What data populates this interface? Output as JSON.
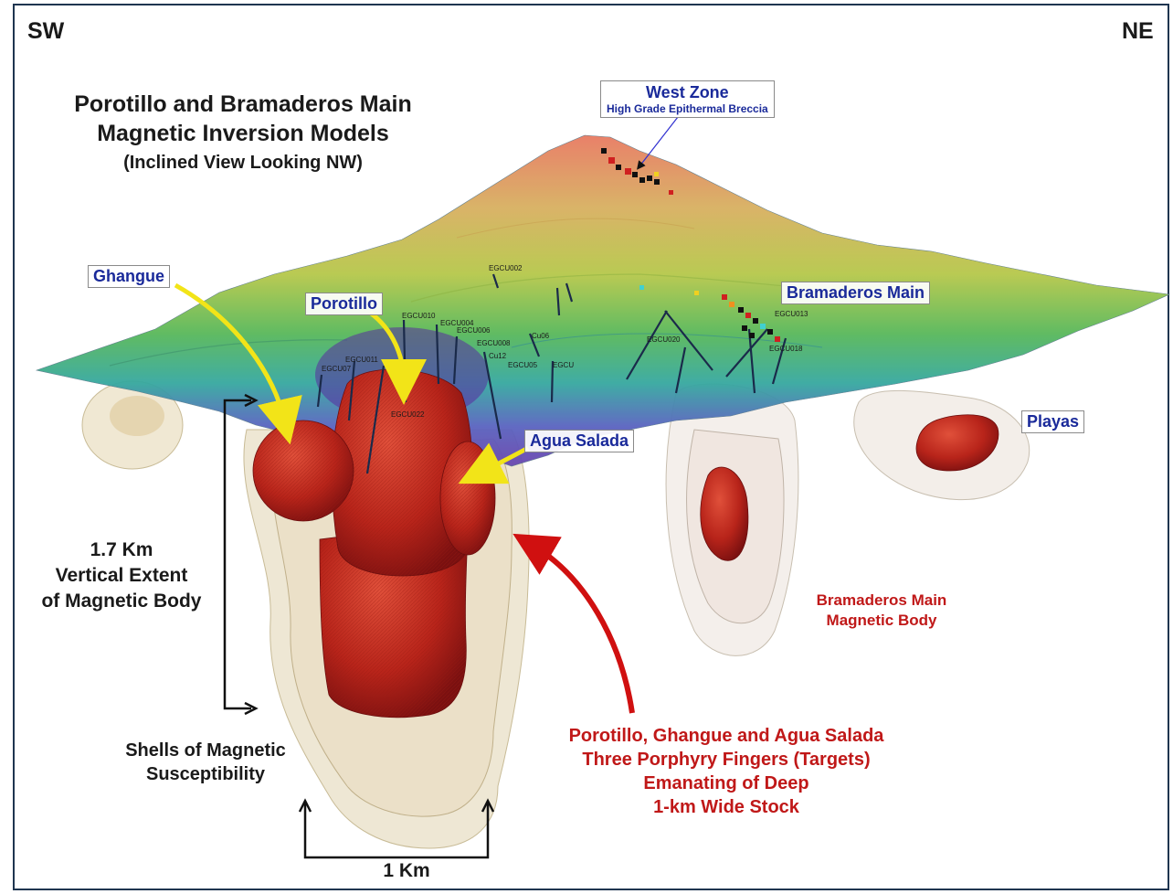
{
  "orientation": {
    "left": "SW",
    "right": "NE"
  },
  "title": {
    "line1": "Porotillo and Bramaderos Main",
    "line2": "Magnetic Inversion Models",
    "line3": "(Inclined View Looking NW)"
  },
  "west_zone": {
    "name": "West Zone",
    "desc": "High Grade Epithermal Breccia"
  },
  "targets": {
    "ghangue": "Ghangue",
    "porotillo": "Porotillo",
    "agua_salada": "Agua Salada",
    "bramaderos_main": "Bramaderos Main",
    "playas": "Playas"
  },
  "vertical_extent": {
    "line1": "1.7 Km",
    "line2": "Vertical Extent",
    "line3": "of Magnetic Body"
  },
  "shells": {
    "line1": "Shells of Magnetic",
    "line2": "Susceptibility"
  },
  "scale": {
    "label": "1 Km"
  },
  "bramaderos_body": {
    "line1": "Bramaderos Main",
    "line2": "Magnetic Body"
  },
  "porphyry_note": {
    "line1": "Porotillo, Ghangue and Agua Salada",
    "line2": "Three Porphyry Fingers (Targets)",
    "line3": "Emanating of Deep",
    "line4": "1-km Wide Stock"
  },
  "drillholes": [
    "EGCU002",
    "EGCU010",
    "EGCU004",
    "EGCU006",
    "EGCU008",
    "Cu12",
    "Cu06",
    "EGCU05",
    "EGCU07",
    "EGCU020",
    "EGCU013",
    "EGCU018",
    "EGCU022",
    "EGCU011",
    "EGCU"
  ],
  "colors": {
    "frame": "#1f3550",
    "tag_text": "#1a2a9a",
    "red_text": "#c01818",
    "body_red": "#b8241a",
    "shell": "#e6dcc2",
    "arrow_yellow": "#f2e418",
    "arrow_red": "#d01010"
  }
}
